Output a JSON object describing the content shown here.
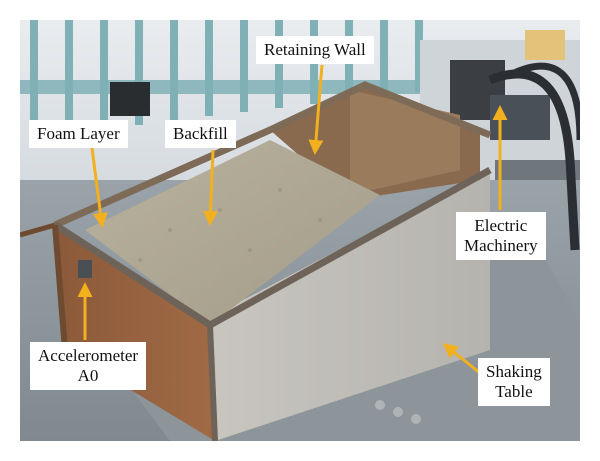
{
  "figure": {
    "labels": {
      "retaining_wall": "Retaining Wall",
      "foam_layer": "Foam Layer",
      "backfill": "Backfill",
      "electric_machinery": [
        "Electric",
        "Machinery"
      ],
      "accelerometer": [
        "Accelerometer",
        "A0"
      ],
      "shaking_table": [
        "Shaking",
        "Table"
      ]
    },
    "colors": {
      "arrow": "#f2b01e",
      "label_background": "#ffffff",
      "label_text": "#111111"
    }
  }
}
